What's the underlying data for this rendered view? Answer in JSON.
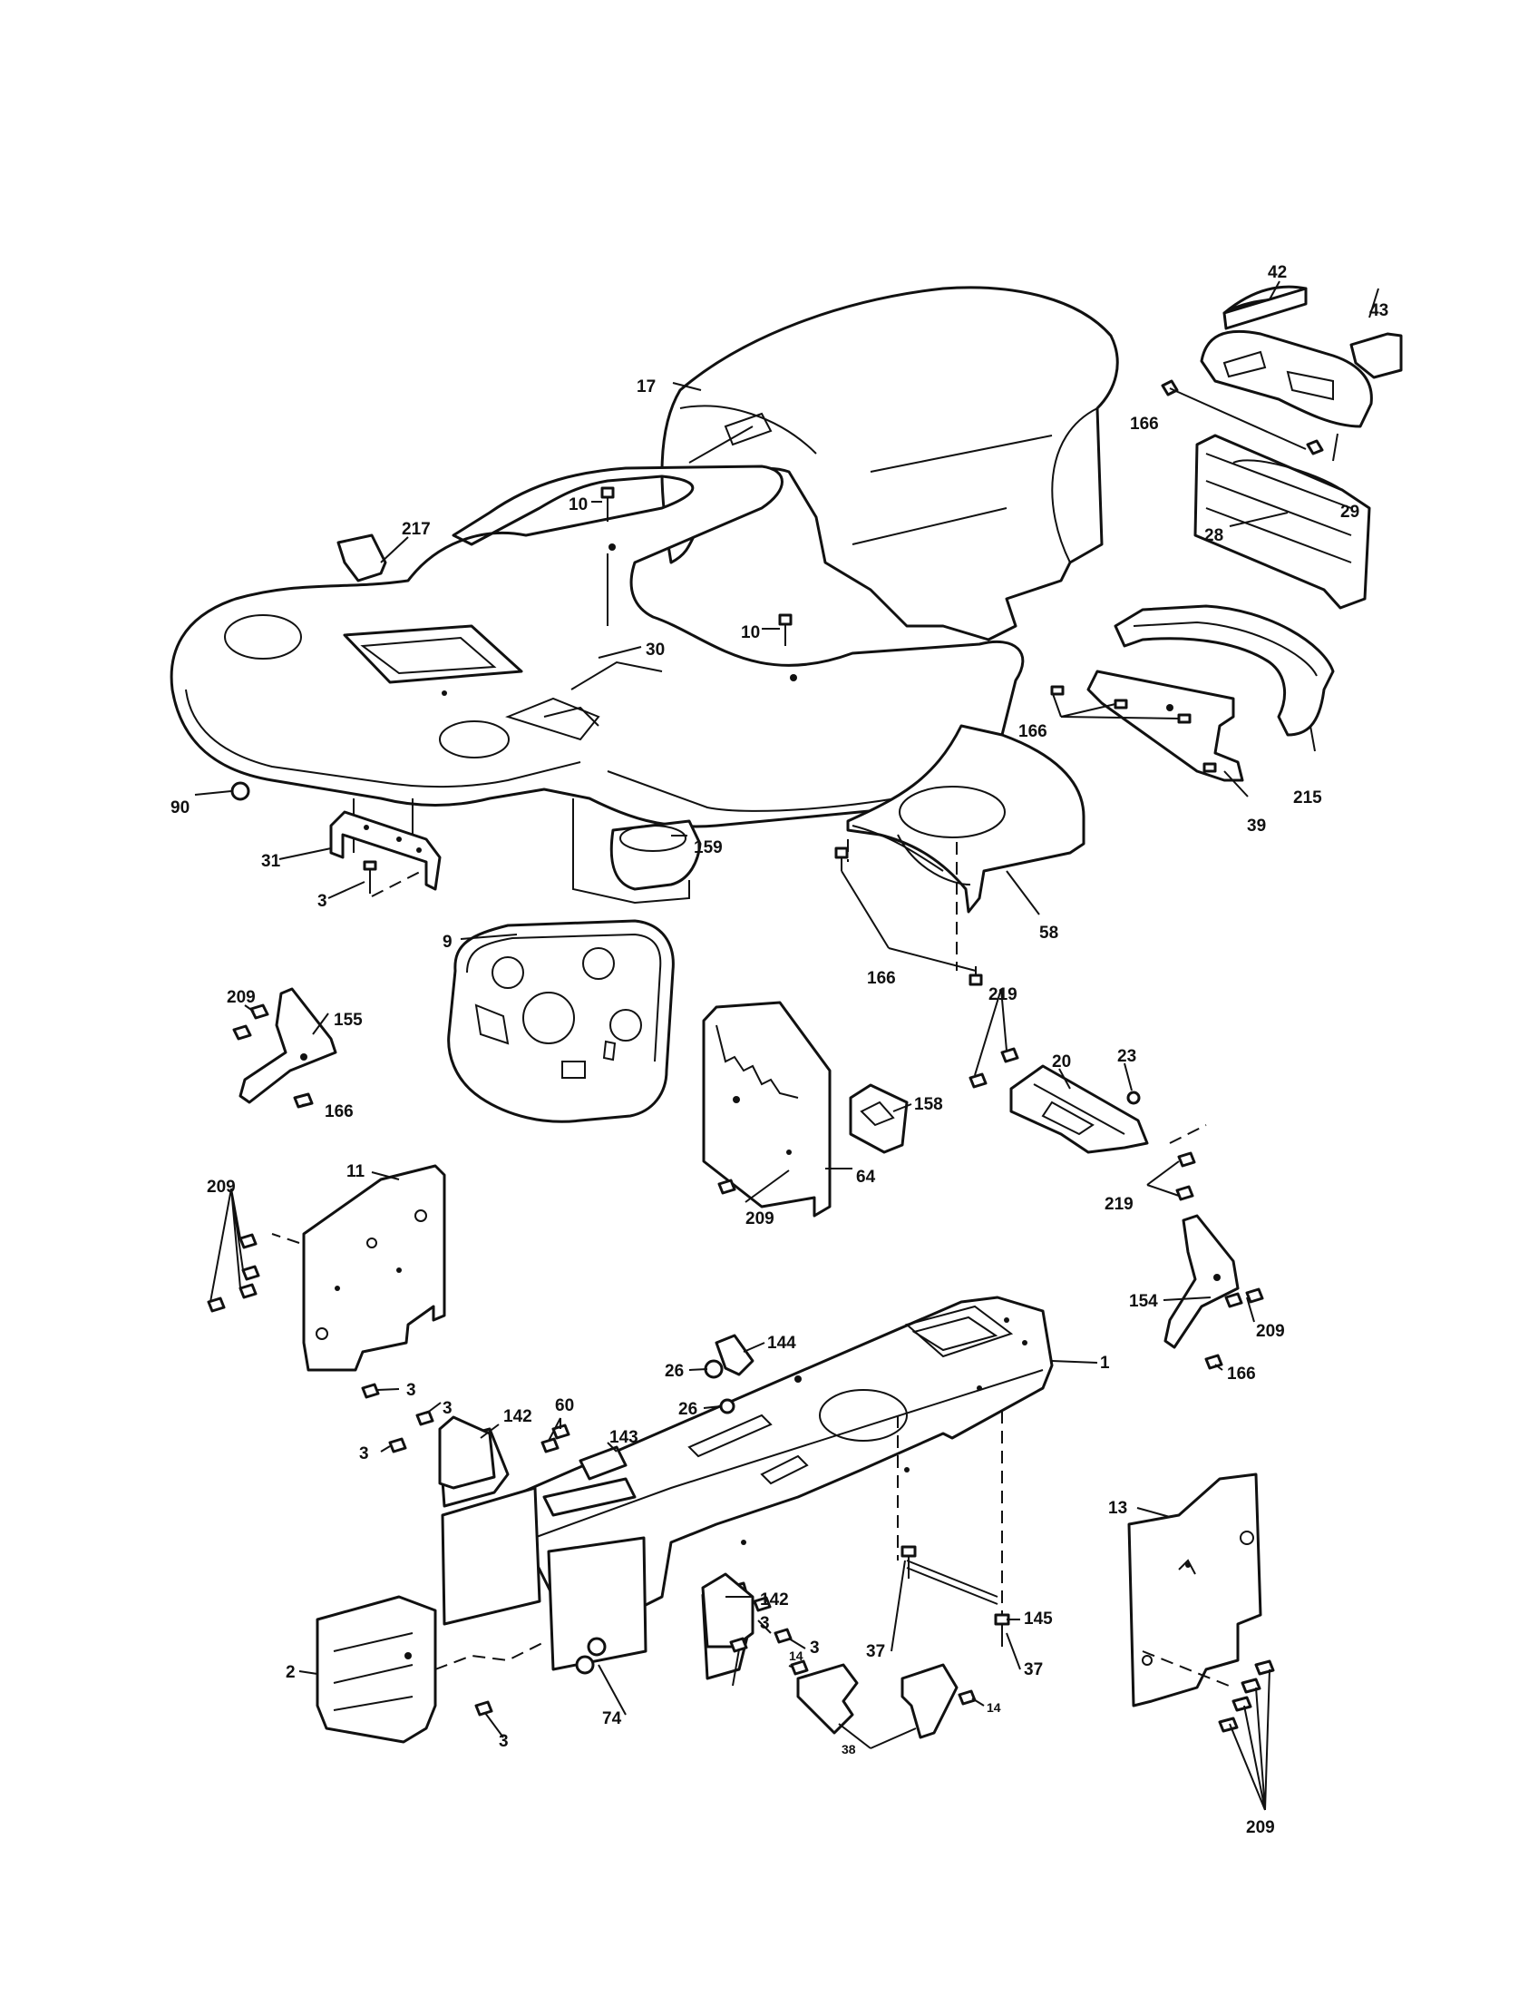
{
  "callouts": [
    {
      "id": "c42",
      "text": "42"
    },
    {
      "id": "c43",
      "text": "43"
    },
    {
      "id": "c17",
      "text": "17"
    },
    {
      "id": "c166a",
      "text": "166"
    },
    {
      "id": "c29",
      "text": "29"
    },
    {
      "id": "c28",
      "text": "28"
    },
    {
      "id": "c10a",
      "text": "10"
    },
    {
      "id": "c217",
      "text": "217"
    },
    {
      "id": "c10b",
      "text": "10"
    },
    {
      "id": "c30",
      "text": "30"
    },
    {
      "id": "c166b",
      "text": "166"
    },
    {
      "id": "c215",
      "text": "215"
    },
    {
      "id": "c39",
      "text": "39"
    },
    {
      "id": "c90",
      "text": "90"
    },
    {
      "id": "c159",
      "text": "159"
    },
    {
      "id": "c31",
      "text": "31"
    },
    {
      "id": "c3a",
      "text": "3"
    },
    {
      "id": "c58",
      "text": "58"
    },
    {
      "id": "c9",
      "text": "9"
    },
    {
      "id": "c166c",
      "text": "166"
    },
    {
      "id": "c219a",
      "text": "219"
    },
    {
      "id": "c209a",
      "text": "209"
    },
    {
      "id": "c155",
      "text": "155"
    },
    {
      "id": "c20",
      "text": "20"
    },
    {
      "id": "c23",
      "text": "23"
    },
    {
      "id": "c158",
      "text": "158"
    },
    {
      "id": "c166d",
      "text": "166"
    },
    {
      "id": "c64",
      "text": "64"
    },
    {
      "id": "c209b",
      "text": "209"
    },
    {
      "id": "c219b",
      "text": "219"
    },
    {
      "id": "c11",
      "text": "11"
    },
    {
      "id": "c209c",
      "text": "209"
    },
    {
      "id": "c154",
      "text": "154"
    },
    {
      "id": "c209d",
      "text": "209"
    },
    {
      "id": "c166e",
      "text": "166"
    },
    {
      "id": "c144",
      "text": "144"
    },
    {
      "id": "c1",
      "text": "1"
    },
    {
      "id": "c26a",
      "text": "26"
    },
    {
      "id": "c26b",
      "text": "26"
    },
    {
      "id": "c3b",
      "text": "3"
    },
    {
      "id": "c3c",
      "text": "3"
    },
    {
      "id": "c60",
      "text": "60"
    },
    {
      "id": "c142a",
      "text": "142"
    },
    {
      "id": "c143",
      "text": "143"
    },
    {
      "id": "c3d",
      "text": "3"
    },
    {
      "id": "c13",
      "text": "13"
    },
    {
      "id": "c142b",
      "text": "142"
    },
    {
      "id": "c3e",
      "text": "3"
    },
    {
      "id": "c3f",
      "text": "3"
    },
    {
      "id": "c145",
      "text": "145"
    },
    {
      "id": "c37a",
      "text": "37"
    },
    {
      "id": "c37b",
      "text": "37"
    },
    {
      "id": "c2",
      "text": "2"
    },
    {
      "id": "c3g",
      "text": "3"
    },
    {
      "id": "c14a",
      "text": "14"
    },
    {
      "id": "c74",
      "text": "74"
    },
    {
      "id": "c14b",
      "text": "14"
    },
    {
      "id": "c38",
      "text": "38"
    },
    {
      "id": "c209e",
      "text": "209"
    }
  ]
}
